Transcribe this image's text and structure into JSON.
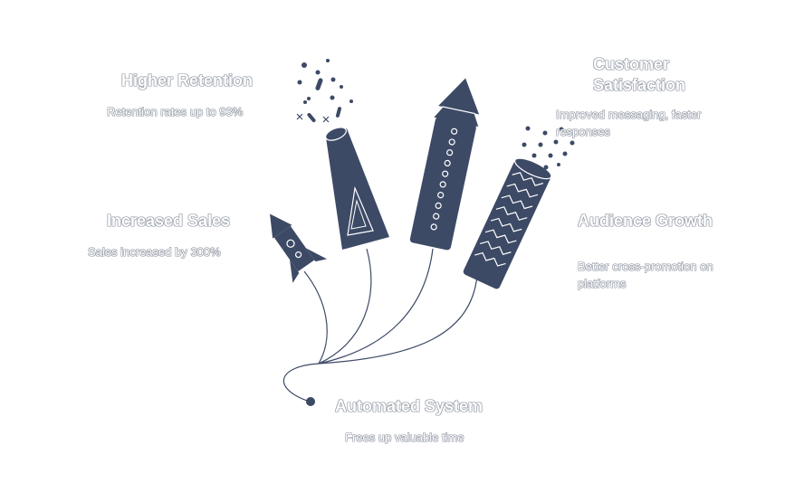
{
  "colors": {
    "rocket": "#3d4a66",
    "line": "#3d4a66",
    "text_outline": "#8d94a0"
  },
  "items": {
    "higher_retention": {
      "title": "Higher Retention",
      "desc": "Retention rates up to 93%"
    },
    "customer_satisfaction": {
      "title": "Customer\nSatisfaction",
      "desc": "Improved messaging, faster\nresponses"
    },
    "increased_sales": {
      "title": "Increased Sales",
      "desc": "Sales increased by 300%"
    },
    "audience_growth": {
      "title": "Audience Growth",
      "desc": "Better cross-promotion on\nplatforms"
    },
    "automated_system": {
      "title": "Automated System",
      "desc": "Frees up valuable time"
    }
  }
}
